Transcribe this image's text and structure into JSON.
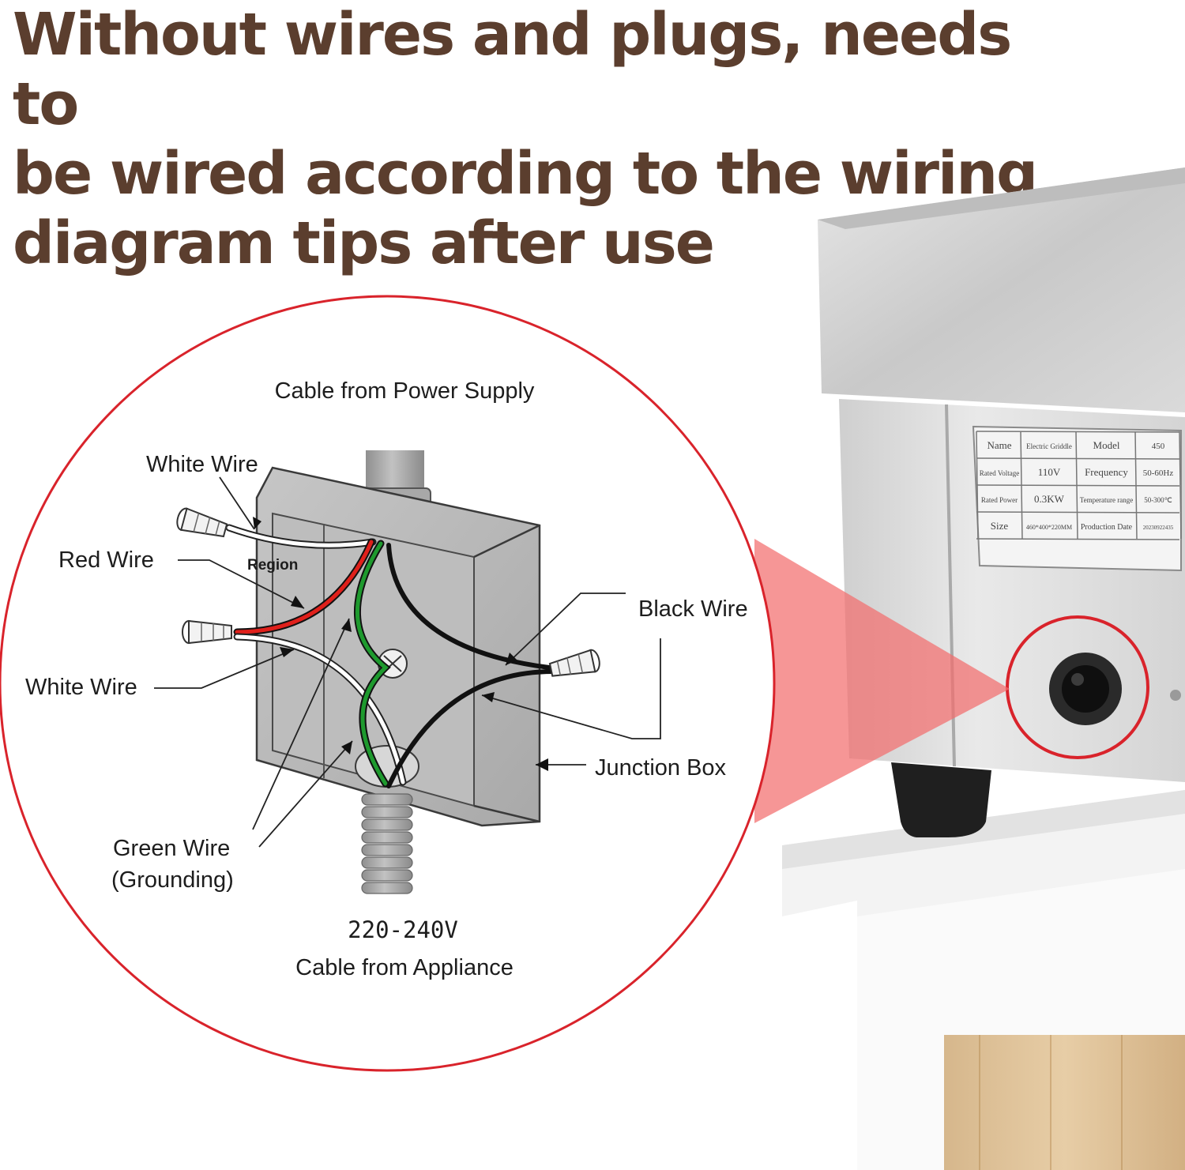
{
  "headline": {
    "line1": "Without wires and plugs, needs to",
    "line2": "be wired according to the wiring",
    "line3": "diagram tips after use"
  },
  "diagram": {
    "top_caption": "Cable from Power Supply",
    "labels": {
      "white_wire_top": "White Wire",
      "red_wire": "Red Wire",
      "region": "Region",
      "white_wire_left": "White Wire",
      "black_wire": "Black Wire",
      "junction_box": "Junction Box",
      "green_wire_line1": "Green Wire",
      "green_wire_line2": "(Grounding)"
    },
    "voltage": "220-240V",
    "bottom_caption": "Cable from Appliance"
  },
  "nameplate": {
    "rows": [
      [
        "Name",
        "Electric Griddle",
        "Model",
        "450"
      ],
      [
        "Rated Voltage",
        "110V",
        "Frequency",
        "50-60Hz"
      ],
      [
        "Rated Power",
        "0.3KW",
        "Temperature range",
        "50-300℃"
      ],
      [
        "Size",
        "460*400*220MM",
        "Production Date",
        "20230922435"
      ]
    ]
  },
  "colors": {
    "headline": "#5b3e2e",
    "circle_outline": "#d9232b",
    "highlight_beam": "#f26d6d",
    "wire_red": "#e0201b",
    "wire_green": "#1e9a2e",
    "wire_black": "#111111"
  }
}
